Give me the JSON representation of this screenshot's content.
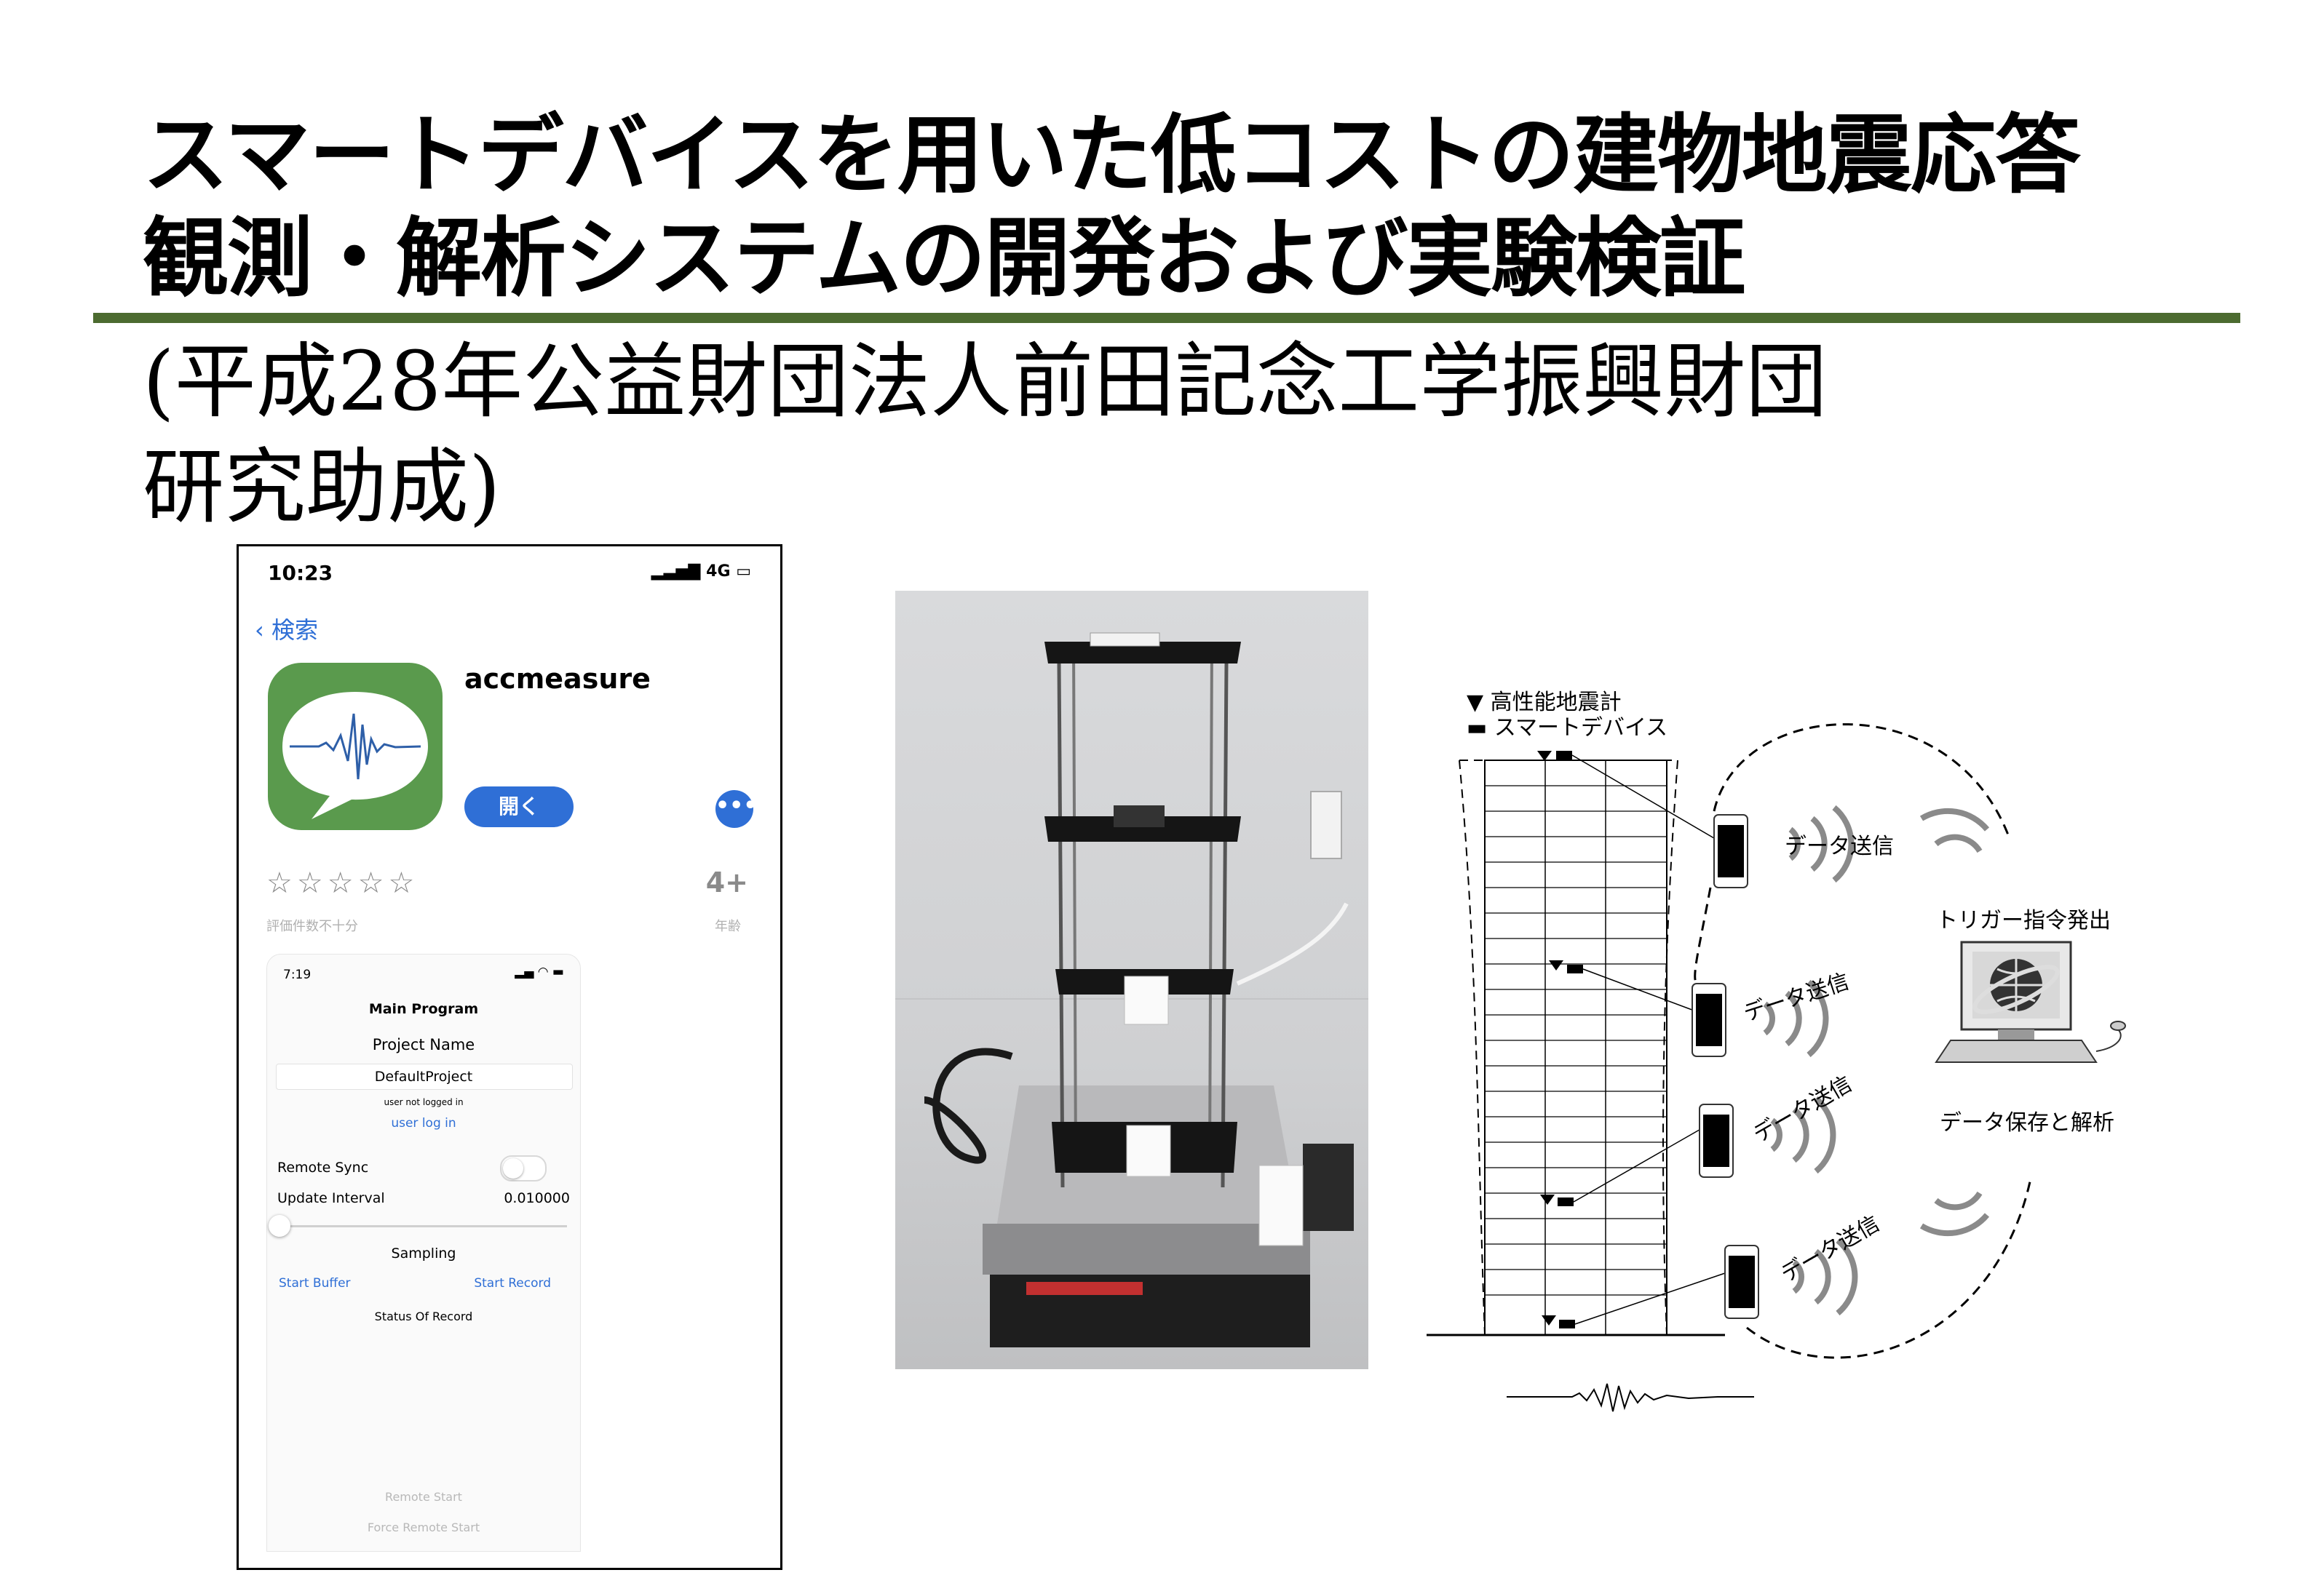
{
  "title": {
    "line1": "スマートデバイスを用いた低コストの建物地震応答",
    "line2": "観測・解析システムの開発および実験検証"
  },
  "subtitle": {
    "line1": "(平成28年公益財団法人前田記念工学振興財団",
    "line2": "研究助成)"
  },
  "colors": {
    "rule": "#4c6b30",
    "ios_blue": "#2f6fd6",
    "app_icon_green": "#5a9a4d"
  },
  "phone": {
    "status_time": "10:23",
    "status_right": "4G",
    "back_label": "検索",
    "app_name": "accmeasure",
    "open_button": "開く",
    "more_button": "•••",
    "stars": "☆☆☆☆☆",
    "rating_caption": "評価件数不十分",
    "age_rating": "4+",
    "age_caption": "年齢",
    "inner": {
      "status_time": "7:19",
      "title": "Main Program",
      "project_label": "Project Name",
      "project_value": "DefaultProject",
      "login_status": "user not logged in",
      "login_link": "user log in",
      "remote_sync_label": "Remote Sync",
      "update_interval_label": "Update Interval",
      "update_interval_value": "0.010000",
      "sampling_label": "Sampling",
      "start_buffer": "Start Buffer",
      "start_record": "Start Record",
      "status_label": "Status Of Record",
      "remote_start": "Remote Start",
      "force_remote_start": "Force Remote Start"
    }
  },
  "diagram": {
    "legend_seismometer": "▼ 高性能地震計",
    "legend_smart_device": "▬ スマートデバイス",
    "data_send_labels": [
      "データ送信",
      "データ送信",
      "データ送信",
      "データ送信"
    ],
    "trigger_label": "トリガー指令発出",
    "save_label": "データ保存と解析"
  }
}
